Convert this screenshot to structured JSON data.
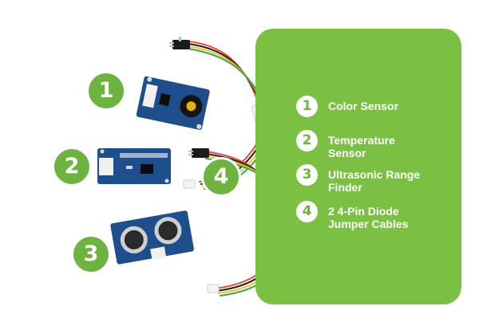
{
  "legend": [
    {
      "num": "1",
      "label": "Color Sensor"
    },
    {
      "num": "2",
      "label": "Temperature\nSensor"
    },
    {
      "num": "3",
      "label": "Ultrasonic Range\nFinder"
    },
    {
      "num": "4",
      "label": "2 4-Pin Diode\nJumper Cables"
    }
  ],
  "badges": {
    "b1": "1",
    "b2": "2",
    "b3": "3",
    "b4": "4"
  },
  "colors": {
    "panel": "#7bc043",
    "badge": "#6cb33f",
    "board": "#1f4e8c"
  }
}
